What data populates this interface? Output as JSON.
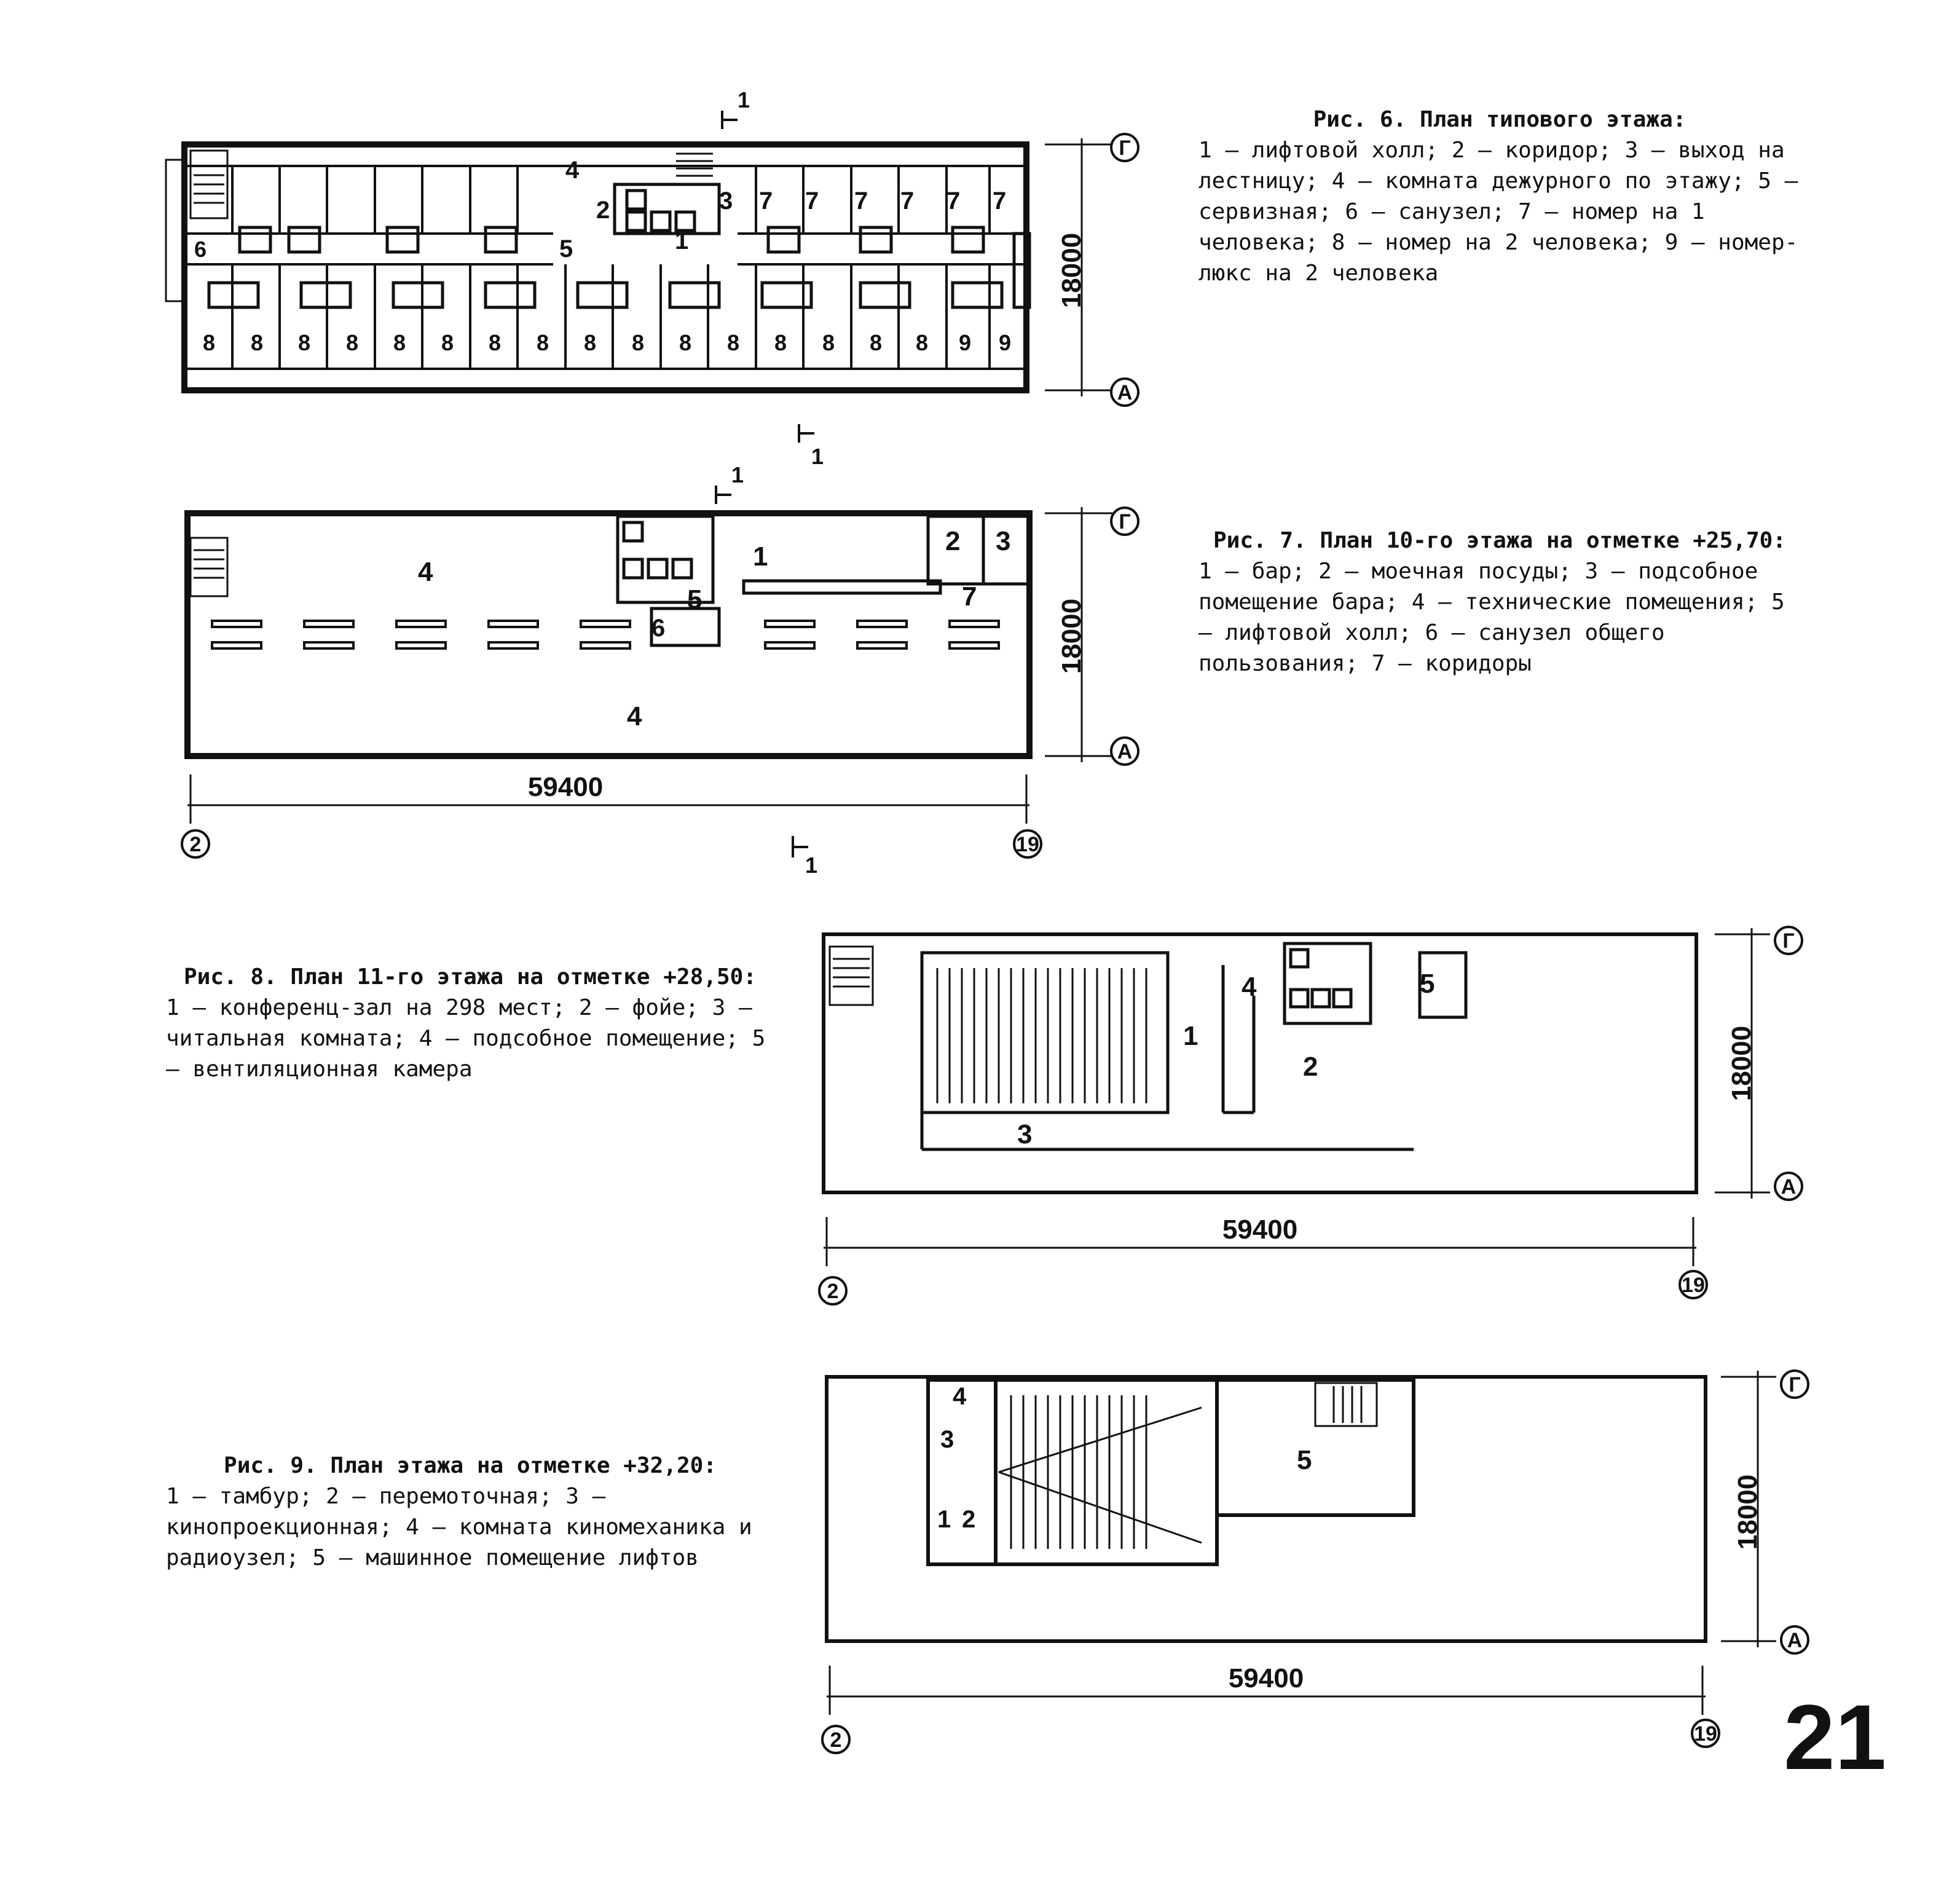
{
  "page_number": "21",
  "figures": [
    {
      "caption_title": "Рис. 6. План типового этажа:",
      "caption_legend": "1 – лифтовой холл; 2 – коридор; 3 – выход на лестницу; 4 – комната дежурного по этажу; 5 – сервизная; 6 – санузел; 7 – номер на 1 человека; 8 – номер на 2 человека; 9 – номер-люкс на 2 человека",
      "dimension": "18000",
      "axis_top": "Г",
      "axis_bottom": "А",
      "section": "1",
      "room_labels": [
        "4",
        "1",
        "2",
        "3",
        "5",
        "6",
        "7",
        "7",
        "7",
        "7",
        "7",
        "7",
        "8",
        "8",
        "8",
        "8",
        "8",
        "8",
        "8",
        "8",
        "8",
        "8",
        "8",
        "8",
        "8",
        "8",
        "8",
        "8",
        "9",
        "9"
      ]
    },
    {
      "caption_title": "Рис. 7. План 10-го этажа на отметке +25,70:",
      "caption_legend": "1 – бар; 2 – моечная посуды; 3 – подсобное помещение бара; 4 – технические помещения; 5 – лифтовой холл; 6 – санузел общего пользования; 7 – коридоры",
      "dimension": "18000",
      "width_dimension": "59400",
      "axis_top": "Г",
      "axis_bottom": "А",
      "axis_left": "2",
      "axis_right": "19",
      "section": "1",
      "room_labels": [
        "4",
        "4",
        "1",
        "2",
        "3",
        "5",
        "6",
        "7"
      ]
    },
    {
      "caption_title": "Рис. 8. План 11-го этажа на отметке +28,50:",
      "caption_legend": "1 – конференц-зал на 298 мест; 2 – фойе; 3 – читальная комната; 4 – подсобное помещение; 5 – вентиляционная камера",
      "dimension": "18000",
      "width_dimension": "59400",
      "axis_top": "Г",
      "axis_bottom": "А",
      "axis_left": "2",
      "axis_right": "19",
      "room_labels": [
        "1",
        "2",
        "3",
        "4",
        "5"
      ]
    },
    {
      "caption_title": "Рис. 9. План этажа на отметке +32,20:",
      "caption_legend": "1 – тамбур; 2 – перемоточная; 3 – кинопроекционная; 4 – комната киномеханика и радиоузел; 5 – машинное помещение лифтов",
      "dimension": "18000",
      "width_dimension": "59400",
      "axis_top": "Г",
      "axis_bottom": "А",
      "axis_left": "2",
      "axis_right": "19",
      "room_labels": [
        "4",
        "3",
        "1",
        "2",
        "5"
      ]
    }
  ]
}
